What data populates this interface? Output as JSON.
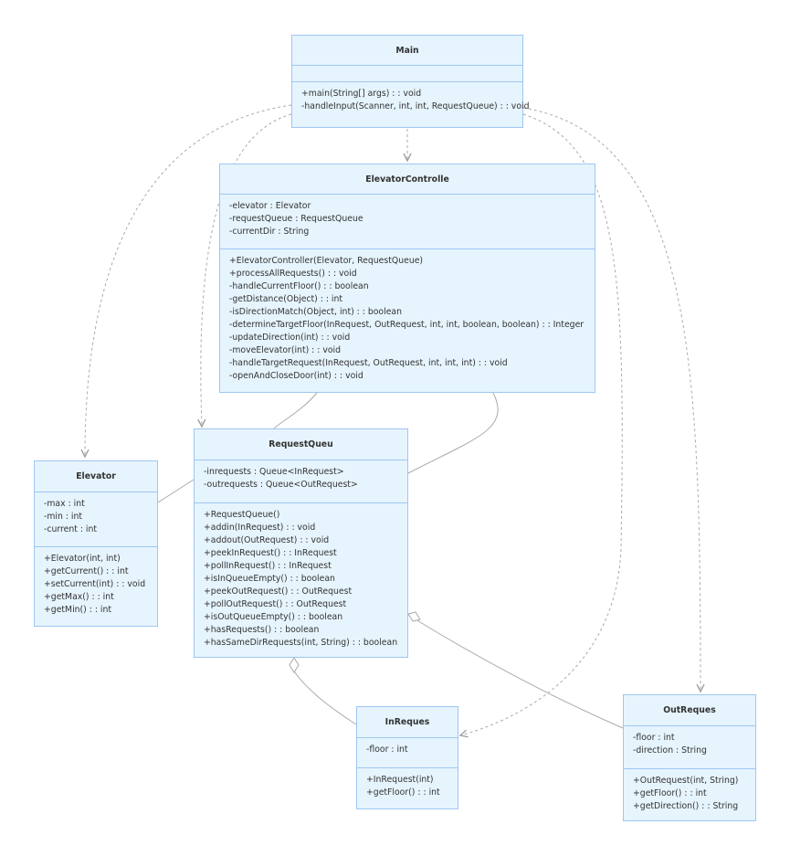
{
  "classes": {
    "main": {
      "title": "Main",
      "attributes": [],
      "methods": [
        "+main(String[] args) : : void",
        "-handleInput(Scanner, int, int, RequestQueue) : : void"
      ]
    },
    "controller": {
      "title": "ElevatorControlle",
      "attributes": [
        "-elevator : Elevator",
        "-requestQueue : RequestQueue",
        "-currentDir : String"
      ],
      "methods": [
        "+ElevatorController(Elevator, RequestQueue)",
        "+processAllRequests() : : void",
        "-handleCurrentFloor() : : boolean",
        "-getDistance(Object) : : int",
        "-isDirectionMatch(Object, int) : : boolean",
        "-determineTargetFloor(InRequest, OutRequest, int, int, boolean, boolean) : : Integer",
        "-updateDirection(int) : : void",
        "-moveElevator(int) : : void",
        "-handleTargetRequest(InRequest, OutRequest, int, int, int) : : void",
        "-openAndCloseDoor(int) : : void"
      ]
    },
    "queue": {
      "title": "RequestQueu",
      "attributes": [
        "-inrequests : Queue<InRequest>",
        "-outrequests : Queue<OutRequest>"
      ],
      "methods": [
        "+RequestQueue()",
        "+addin(InRequest) : : void",
        "+addout(OutRequest) : : void",
        "+peekInRequest() : : InRequest",
        "+pollInRequest() : : InRequest",
        "+isInQueueEmpty() : : boolean",
        "+peekOutRequest() : : OutRequest",
        "+pollOutRequest() : : OutRequest",
        "+isOutQueueEmpty() : : boolean",
        "+hasRequests() : : boolean",
        "+hasSameDirRequests(int, String) : : boolean"
      ]
    },
    "elevator": {
      "title": "Elevator",
      "attributes": [
        "-max : int",
        "-min : int",
        "-current : int"
      ],
      "methods": [
        "+Elevator(int, int)",
        "+getCurrent() : : int",
        "+setCurrent(int) : : void",
        "+getMax() : : int",
        "+getMin() : : int"
      ]
    },
    "inrequest": {
      "title": "InReques",
      "attributes": [
        "-floor : int"
      ],
      "methods": [
        "+InRequest(int)",
        "+getFloor() : : int"
      ]
    },
    "outrequest": {
      "title": "OutReques",
      "attributes": [
        "-floor : int",
        "-direction : String"
      ],
      "methods": [
        "+OutRequest(int, String)",
        "+getFloor() : : int",
        "+getDirection() : : String"
      ]
    }
  },
  "colors": {
    "box_fill": "#e6f4fd",
    "box_border": "#9fc6f2",
    "edge": "#aaaaaa"
  }
}
